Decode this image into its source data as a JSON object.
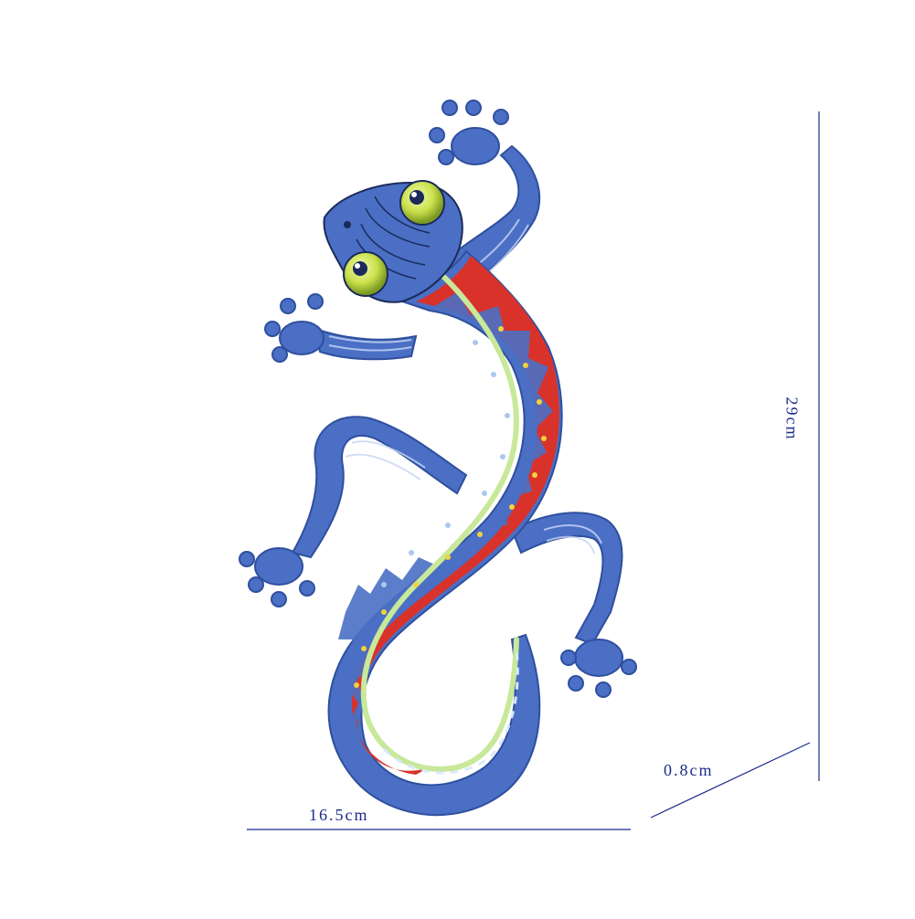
{
  "product": {
    "subject": "blue-red-gecko-wall-decor",
    "colors": {
      "body_blue": "#4a6fc4",
      "body_blue_dark": "#2f4f9e",
      "stripe_red": "#d9322b",
      "accent_green": "#c8e89a",
      "eye_green": "#c9e04a",
      "dot_yellow": "#f2d23c",
      "line_dark": "#1b2a5a"
    }
  },
  "dimensions": {
    "height_label": "29cm",
    "width_label": "16.5cm",
    "depth_label": "0.8cm",
    "line_color": "#1a2a8a"
  }
}
